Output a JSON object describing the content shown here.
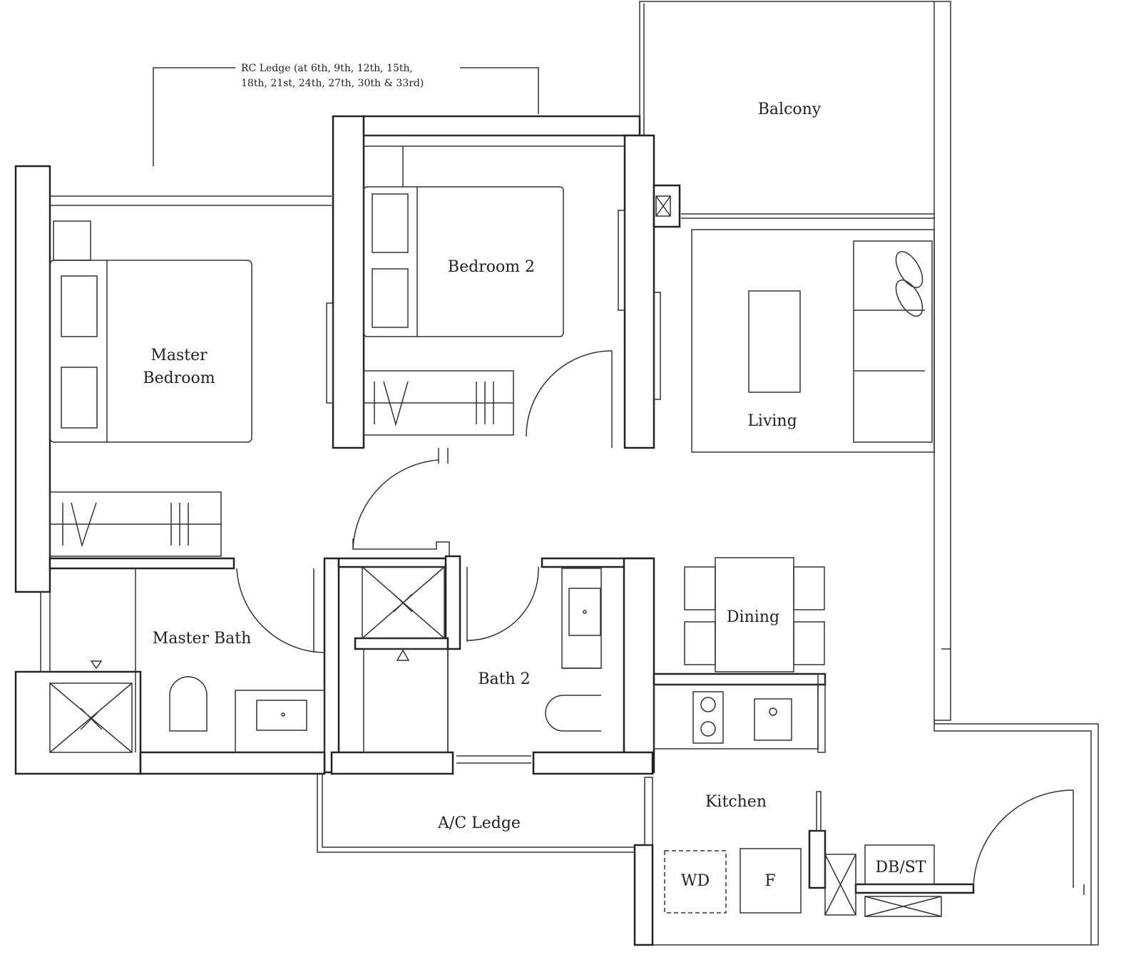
{
  "title": "2-Bedroom Unit Floor Plan",
  "rooms": {
    "balcony": "Balcony",
    "master_bedroom_1": "Master",
    "master_bedroom_2": "Bedroom",
    "bedroom2": "Bedroom 2",
    "living": "Living",
    "master_bath": "Master Bath",
    "bath2": "Bath 2",
    "dining": "Dining",
    "kitchen": "Kitchen",
    "ac_ledge": "A/C Ledge",
    "wd": "WD",
    "fridge": "F",
    "dbst": "DB/ST"
  },
  "annotation": {
    "line1": "RC Ledge (at 6th, 9th, 12th, 15th,",
    "line2": "18th, 21st, 24th, 27th, 30th & 33rd)"
  }
}
